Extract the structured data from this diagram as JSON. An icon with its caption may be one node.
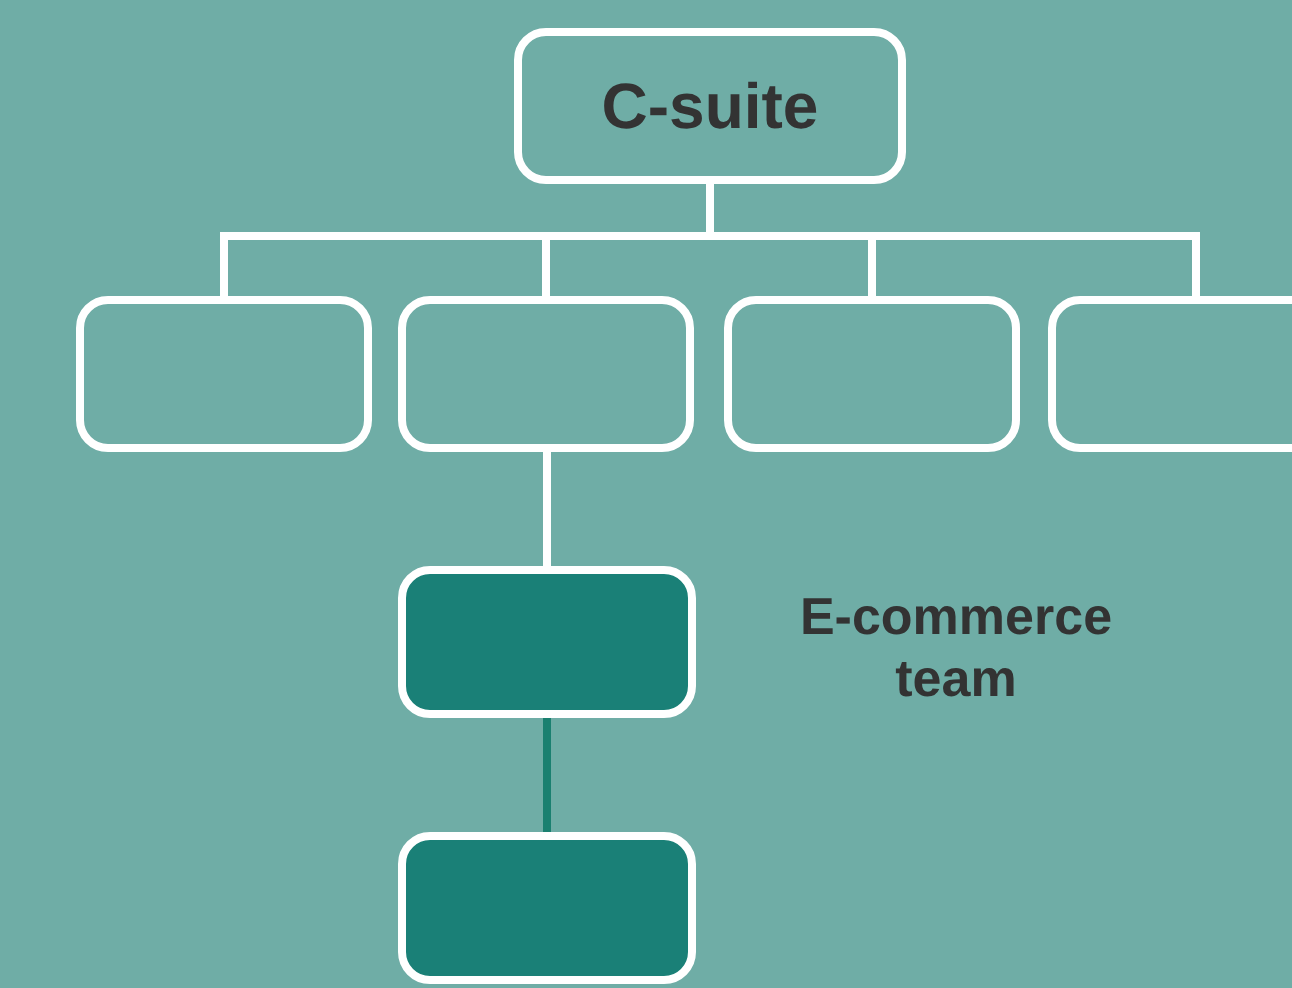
{
  "diagram": {
    "nodes": [
      {
        "text": [
          "C-suite"
        ]
      },
      {
        "text": [],
        "shape": "box"
      },
      {
        "text": [],
        "shape": "box"
      },
      {
        "text": [],
        "shape": "box"
      },
      {
        "text": [],
        "shape": "box"
      },
      {
        "text": [],
        "shape": "box",
        "beside": [
          "E-commerce team"
        ]
      },
      {
        "text": [],
        "shape": "box"
      }
    ],
    "edges": [
      {
        "from": 0,
        "to": 1,
        "arrow": "none"
      },
      {
        "from": 0,
        "to": 2,
        "arrow": "none"
      },
      {
        "from": 0,
        "to": 3,
        "arrow": "none"
      },
      {
        "from": 0,
        "to": 4,
        "arrow": "none"
      },
      {
        "from": 2,
        "to": 5,
        "arrow": "none"
      },
      {
        "from": 5,
        "to": 6,
        "arrow": "none",
        "color": "#1a8070"
      }
    ]
  }
}
